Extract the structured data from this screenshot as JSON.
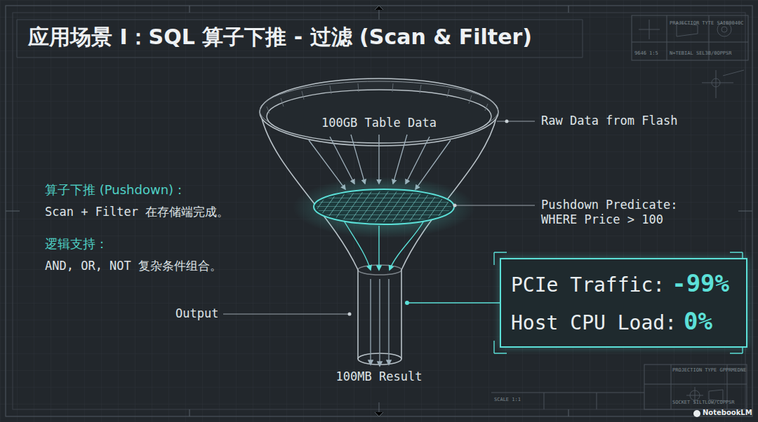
{
  "diagram": {
    "title": "应用场景 I：SQL 算子下推 - 过滤 (Scan & Filter)",
    "nodes": [
      {
        "text": [
          "PCIe Traffic:",
          "-99%",
          "Host CPU Load:",
          "0%"
        ]
      }
    ],
    "labels": [
      "100GB Table Data",
      "Raw Data from Flash",
      "Pushdown Predicate: WHERE Price > 100",
      "算子下推 (Pushdown)：",
      "Scan + Filter 在存储端完成。",
      "逻辑支持：",
      "AND, OR, NOT 复杂条件组合。",
      "Output",
      "100MB Result",
      "PRAJECTIOR TYTE SAIB0040C",
      "9646 1:5",
      "N=TEBIAL SEL3B/0OPPSR",
      "SCALE 1:1",
      "PROJECTION TYPE GPPRMEDNE",
      "SOCKET SILTLOW/COPPSR",
      "NotebookLM"
    ]
  }
}
